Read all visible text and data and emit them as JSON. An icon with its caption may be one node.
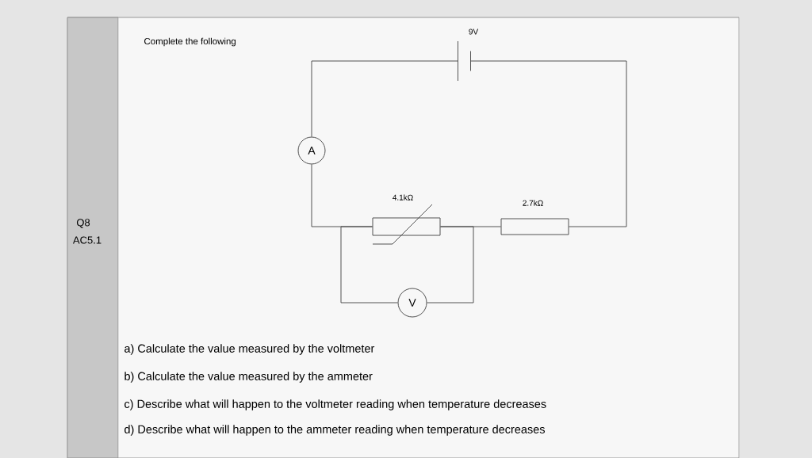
{
  "diagram": {
    "nodes": [
      {
        "text": [],
        "shape": "battery",
        "beside": [
          "9V"
        ]
      },
      {
        "text": [
          "A"
        ]
      },
      {
        "text": [],
        "shape": "thermistor",
        "beside": [
          "4.1kΩ"
        ]
      },
      {
        "text": [],
        "shape": "box",
        "beside": [
          "2.7kΩ"
        ]
      },
      {
        "text": [
          "V"
        ]
      }
    ],
    "edges": [
      {
        "from": 0,
        "to": 1,
        "arrow": "none"
      },
      {
        "from": 1,
        "to": 2,
        "arrow": "none"
      },
      {
        "from": 2,
        "to": 3,
        "arrow": "none"
      },
      {
        "from": 3,
        "to": 0,
        "arrow": "none"
      },
      {
        "from": 2,
        "to": 4,
        "arrow": "none"
      },
      {
        "from": 4,
        "to": 2,
        "arrow": "none"
      }
    ],
    "labels": [
      "Complete the following",
      "Q8",
      "AC5.1",
      "a) Calculate the value measured by the voltmeter",
      "b) Calculate the value measured by the ammeter",
      "c) Describe what will happen to the voltmeter reading when temperature decreases",
      "d) Describe what will happen to the ammeter reading when temperature decreases"
    ]
  }
}
